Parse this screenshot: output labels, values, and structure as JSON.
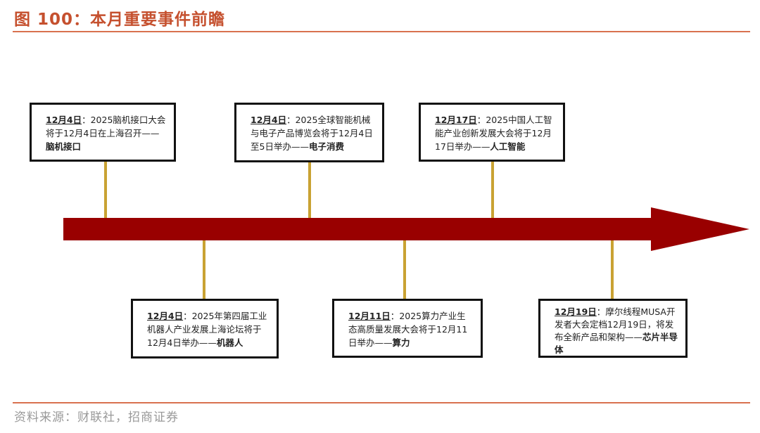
{
  "title": "图 100：本月重要事件前瞻",
  "source": "资料来源：财联社，招商证券",
  "colors": {
    "arrow": "#990000",
    "connector": "#C9A233",
    "title": "#C5502E"
  },
  "events": [
    {
      "date": "12月4日",
      "sep": "：",
      "text": "2025脑机接口大会将于12月4日在上海召开——",
      "tag": "脑机接口"
    },
    {
      "date": "12月4日",
      "sep": "：",
      "text": "2025全球智能机械与电子产品博览会将于12月4日至5日举办——",
      "tag": "电子消费"
    },
    {
      "date": "12月17日",
      "sep": "：",
      "text": "2025中国人工智能产业创新发展大会将于12月17日举办——",
      "tag": "人工智能"
    },
    {
      "date": "12月4日",
      "sep": "：",
      "text": "2025年第四届工业机器人产业发展上海论坛将于12月4日举办——",
      "tag": "机器人"
    },
    {
      "date": "12月11日",
      "sep": "：",
      "text": "2025算力产业生态高质量发展大会将于12月11日举办——",
      "tag": "算力"
    },
    {
      "date": "12月19日",
      "sep": "：",
      "text": "摩尔线程MUSA开发者大会定档12月19日，将发布全新产品和架构——",
      "tag": "芯片半导体"
    }
  ]
}
